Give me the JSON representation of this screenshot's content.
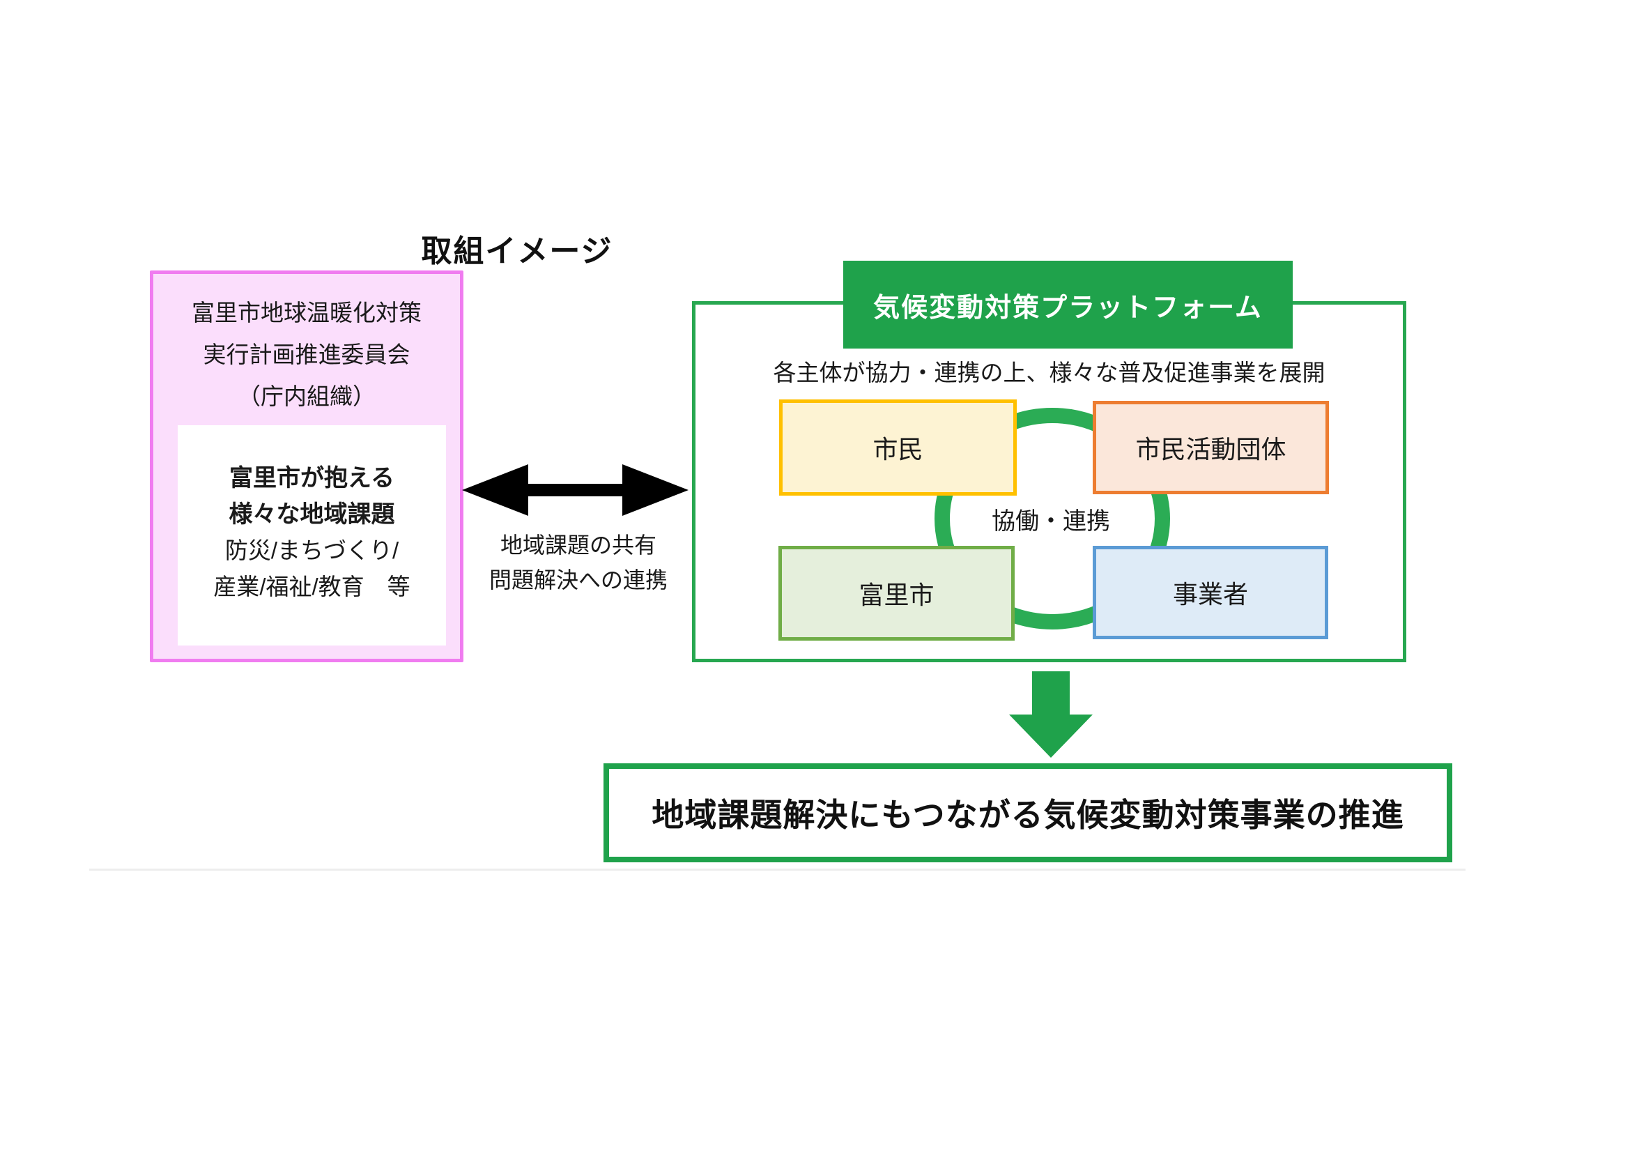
{
  "title": "取組イメージ",
  "committee_box": {
    "lines": [
      "富里市地球温暖化対策",
      "実行計画推進委員会",
      "（庁内組織）"
    ],
    "border_color": "#f07cf0",
    "fill_color": "#fbdefc",
    "issues_box": {
      "bold_line1": "富里市が抱える",
      "bold_line2": "様々な地域課題",
      "normal_line1": "防災/まちづくり/",
      "normal_line2": "産業/福祉/教育　等"
    }
  },
  "exchange_arrow": {
    "label_line1": "地域課題の共有",
    "label_line2": "問題解決への連携",
    "color": "#000000"
  },
  "platform": {
    "header": "気候変動対策プラットフォーム",
    "subtitle": "各主体が協力・連携の上、様々な普及促進事業を展開",
    "center_label": "協働・連携",
    "header_green": "#1fa24b",
    "border_green": "#27a750",
    "ring_green": "#2bac55",
    "members": [
      {
        "label": "市民",
        "border_color": "#ffc000",
        "fill_color": "#fdf3d3"
      },
      {
        "label": "市民活動団体",
        "border_color": "#ed7d31",
        "fill_color": "#fbe7da"
      },
      {
        "label": "富里市",
        "border_color": "#70ad47",
        "fill_color": "#e5efdc"
      },
      {
        "label": "事業者",
        "border_color": "#5b9bd5",
        "fill_color": "#deebf7"
      }
    ]
  },
  "down_arrow": {
    "color": "#1fa24b"
  },
  "result_box": {
    "text": "地域課題解決にもつながる気候変動対策事業の推進",
    "border_color": "#1fa24b"
  }
}
